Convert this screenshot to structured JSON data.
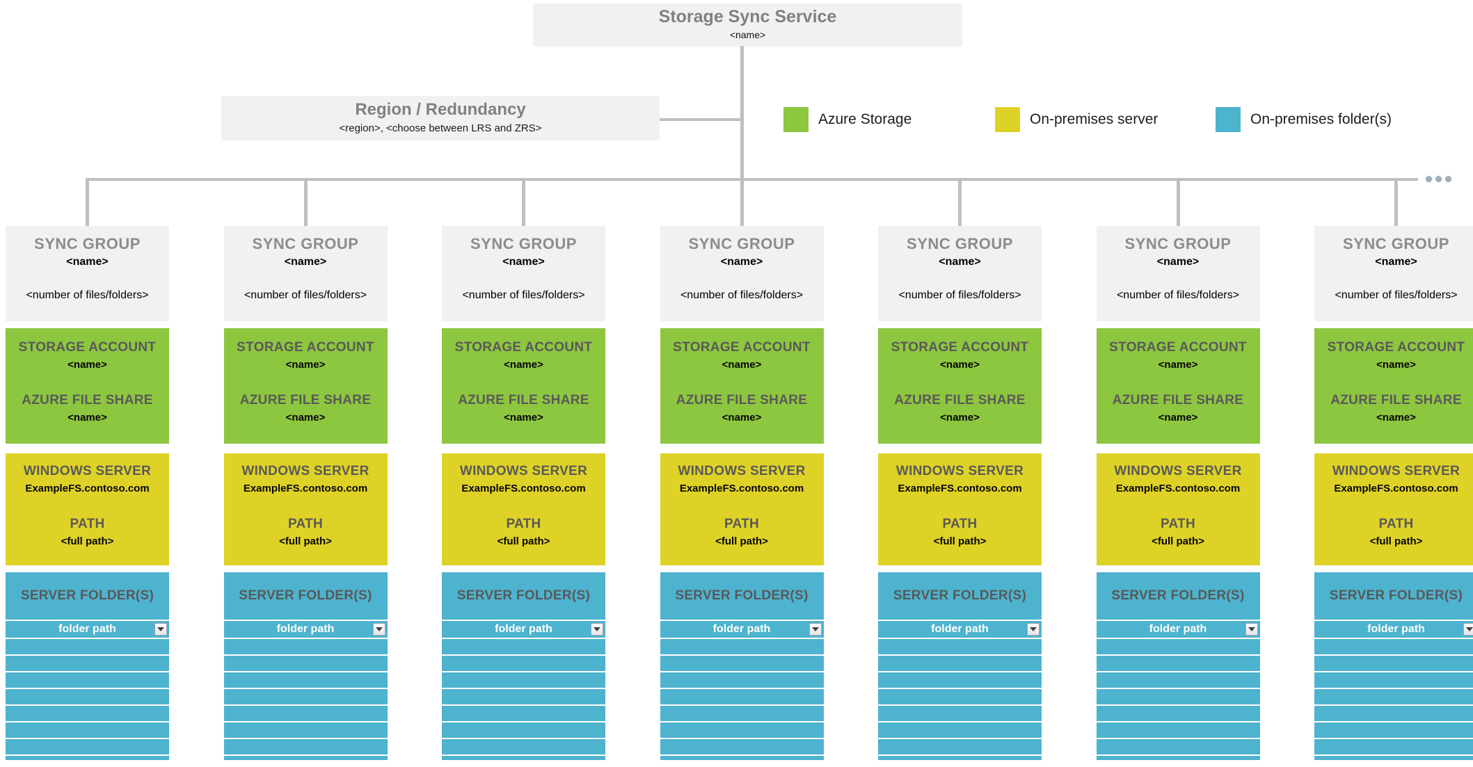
{
  "colors": {
    "azure_green": "#8DC63F",
    "server_yellow": "#DFD226",
    "folder_teal": "#4DB3CE",
    "line_gray": "#BFBFBF",
    "box_gray": "#F1F1F1",
    "heading_gray": "#808080",
    "subheading_gray": "#595959"
  },
  "service_box": {
    "title": "Storage Sync Service",
    "name": "<name>"
  },
  "region_box": {
    "title": "Region / Redundancy",
    "subtitle": "<region>, <choose between LRS and ZRS>"
  },
  "legend": [
    {
      "label": "Azure Storage",
      "color": "#8DC63F"
    },
    {
      "label": "On-premises server",
      "color": "#DFD226"
    },
    {
      "label": "On-premises folder(s)",
      "color": "#4DB3CE"
    }
  ],
  "columns": [
    {
      "sync_group": {
        "heading": "SYNC GROUP",
        "name": "<name>",
        "files": "<number of files/folders>"
      },
      "storage": {
        "account_heading": "STORAGE ACCOUNT",
        "account_name": "<name>",
        "share_heading": "AZURE FILE SHARE",
        "share_name": "<name>"
      },
      "server": {
        "heading": "WINDOWS SERVER",
        "hostname": "ExampleFS.contoso.com",
        "path_heading": "PATH",
        "path_value": "<full path>"
      },
      "folders": {
        "heading": "SERVER FOLDER(S)",
        "first_row": "folder path",
        "empty_rows": 8
      }
    },
    {
      "sync_group": {
        "heading": "SYNC GROUP",
        "name": "<name>",
        "files": "<number of files/folders>"
      },
      "storage": {
        "account_heading": "STORAGE ACCOUNT",
        "account_name": "<name>",
        "share_heading": "AZURE FILE SHARE",
        "share_name": "<name>"
      },
      "server": {
        "heading": "WINDOWS SERVER",
        "hostname": "ExampleFS.contoso.com",
        "path_heading": "PATH",
        "path_value": "<full path>"
      },
      "folders": {
        "heading": "SERVER FOLDER(S)",
        "first_row": "folder path",
        "empty_rows": 8
      }
    },
    {
      "sync_group": {
        "heading": "SYNC GROUP",
        "name": "<name>",
        "files": "<number of files/folders>"
      },
      "storage": {
        "account_heading": "STORAGE ACCOUNT",
        "account_name": "<name>",
        "share_heading": "AZURE FILE SHARE",
        "share_name": "<name>"
      },
      "server": {
        "heading": "WINDOWS SERVER",
        "hostname": "ExampleFS.contoso.com",
        "path_heading": "PATH",
        "path_value": "<full path>"
      },
      "folders": {
        "heading": "SERVER FOLDER(S)",
        "first_row": "folder path",
        "empty_rows": 8
      }
    },
    {
      "sync_group": {
        "heading": "SYNC GROUP",
        "name": "<name>",
        "files": "<number of files/folders>"
      },
      "storage": {
        "account_heading": "STORAGE ACCOUNT",
        "account_name": "<name>",
        "share_heading": "AZURE FILE SHARE",
        "share_name": "<name>"
      },
      "server": {
        "heading": "WINDOWS SERVER",
        "hostname": "ExampleFS.contoso.com",
        "path_heading": "PATH",
        "path_value": "<full path>"
      },
      "folders": {
        "heading": "SERVER FOLDER(S)",
        "first_row": "folder path",
        "empty_rows": 8
      }
    },
    {
      "sync_group": {
        "heading": "SYNC GROUP",
        "name": "<name>",
        "files": "<number of files/folders>"
      },
      "storage": {
        "account_heading": "STORAGE ACCOUNT",
        "account_name": "<name>",
        "share_heading": "AZURE FILE SHARE",
        "share_name": "<name>"
      },
      "server": {
        "heading": "WINDOWS SERVER",
        "hostname": "ExampleFS.contoso.com",
        "path_heading": "PATH",
        "path_value": "<full path>"
      },
      "folders": {
        "heading": "SERVER FOLDER(S)",
        "first_row": "folder path",
        "empty_rows": 8
      }
    },
    {
      "sync_group": {
        "heading": "SYNC GROUP",
        "name": "<name>",
        "files": "<number of files/folders>"
      },
      "storage": {
        "account_heading": "STORAGE ACCOUNT",
        "account_name": "<name>",
        "share_heading": "AZURE FILE SHARE",
        "share_name": "<name>"
      },
      "server": {
        "heading": "WINDOWS SERVER",
        "hostname": "ExampleFS.contoso.com",
        "path_heading": "PATH",
        "path_value": "<full path>"
      },
      "folders": {
        "heading": "SERVER FOLDER(S)",
        "first_row": "folder path",
        "empty_rows": 8
      }
    },
    {
      "sync_group": {
        "heading": "SYNC GROUP",
        "name": "<name>",
        "files": "<number of files/folders>"
      },
      "storage": {
        "account_heading": "STORAGE ACCOUNT",
        "account_name": "<name>",
        "share_heading": "AZURE FILE SHARE",
        "share_name": "<name>"
      },
      "server": {
        "heading": "WINDOWS SERVER",
        "hostname": "ExampleFS.contoso.com",
        "path_heading": "PATH",
        "path_value": "<full path>"
      },
      "folders": {
        "heading": "SERVER FOLDER(S)",
        "first_row": "folder path",
        "empty_rows": 8
      }
    }
  ]
}
